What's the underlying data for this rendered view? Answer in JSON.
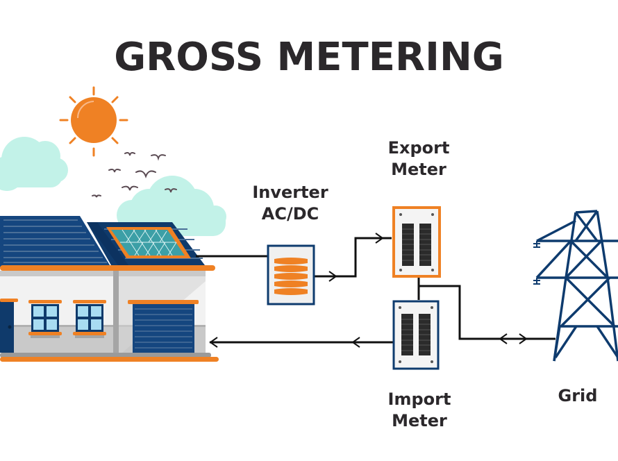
{
  "title": "GROSS METERING",
  "labels": {
    "inverter": [
      "Inverter",
      "AC/DC"
    ],
    "export_meter": [
      "Export",
      "Meter"
    ],
    "import_meter": [
      "Import",
      "Meter"
    ],
    "grid": "Grid"
  },
  "colors": {
    "orange": "#ef8124",
    "navy": "#0e3b6e",
    "roof_navy": "#15467f",
    "cloud": "#c2f2e8",
    "wall": "#f2f2f2",
    "wall_shadow": "#c9c9c9",
    "text": "#2b282b",
    "wire": "#111111",
    "panel_teal": "#3c9fa6",
    "window_glass": "#a8dcf2"
  },
  "flows": [
    {
      "from": "solar-panel",
      "to": "inverter",
      "direction": "forward"
    },
    {
      "from": "inverter",
      "to": "export-meter",
      "direction": "forward"
    },
    {
      "from": "meters",
      "to": "grid",
      "direction": "bidirectional"
    },
    {
      "from": "import-meter",
      "to": "house",
      "direction": "forward"
    }
  ]
}
